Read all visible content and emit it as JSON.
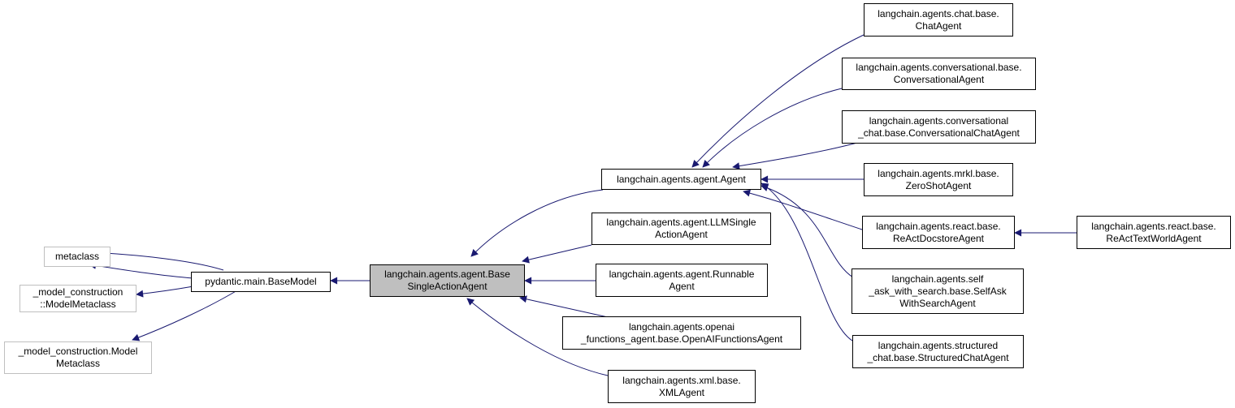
{
  "colors": {
    "edge": "#191970",
    "node_border": "#000000",
    "external_border": "#bfbfbf",
    "focus_fill": "#bfbfbf"
  },
  "nodes": {
    "metaclass": {
      "label": "metaclass"
    },
    "model_metaclass_ns": {
      "label": "_model_construction\n::ModelMetaclass"
    },
    "model_metaclass_dot": {
      "label": "_model_construction.Model\nMetaclass"
    },
    "base_model": {
      "label": "pydantic.main.BaseModel"
    },
    "base_single_action_agent": {
      "label": "langchain.agents.agent.Base\nSingleActionAgent"
    },
    "agent": {
      "label": "langchain.agents.agent.Agent"
    },
    "llm_single_action_agent": {
      "label": "langchain.agents.agent.LLMSingle\nActionAgent"
    },
    "runnable_agent": {
      "label": "langchain.agents.agent.Runnable\nAgent"
    },
    "openai_functions_agent": {
      "label": "langchain.agents.openai\n_functions_agent.base.OpenAIFunctionsAgent"
    },
    "xml_agent": {
      "label": "langchain.agents.xml.base.\nXMLAgent"
    },
    "chat_agent": {
      "label": "langchain.agents.chat.base.\nChatAgent"
    },
    "conversational_agent": {
      "label": "langchain.agents.conversational.base.\nConversationalAgent"
    },
    "conversational_chat_agent": {
      "label": "langchain.agents.conversational\n_chat.base.ConversationalChatAgent"
    },
    "zero_shot_agent": {
      "label": "langchain.agents.mrkl.base.\nZeroShotAgent"
    },
    "react_docstore_agent": {
      "label": "langchain.agents.react.base.\nReActDocstoreAgent"
    },
    "self_ask_agent": {
      "label": "langchain.agents.self\n_ask_with_search.base.SelfAsk\nWithSearchAgent"
    },
    "structured_chat_agent": {
      "label": "langchain.agents.structured\n_chat.base.StructuredChatAgent"
    },
    "react_text_world_agent": {
      "label": "langchain.agents.react.base.\nReActTextWorldAgent"
    }
  },
  "edges": [
    {
      "from": "base_model",
      "to": "metaclass"
    },
    {
      "from": "base_model",
      "to": "metaclass"
    },
    {
      "from": "base_model",
      "to": "model_metaclass_ns"
    },
    {
      "from": "base_model",
      "to": "model_metaclass_dot"
    },
    {
      "from": "base_single_action_agent",
      "to": "base_model"
    },
    {
      "from": "agent",
      "to": "base_single_action_agent"
    },
    {
      "from": "llm_single_action_agent",
      "to": "base_single_action_agent"
    },
    {
      "from": "runnable_agent",
      "to": "base_single_action_agent"
    },
    {
      "from": "openai_functions_agent",
      "to": "base_single_action_agent"
    },
    {
      "from": "xml_agent",
      "to": "base_single_action_agent"
    },
    {
      "from": "chat_agent",
      "to": "agent"
    },
    {
      "from": "conversational_agent",
      "to": "agent"
    },
    {
      "from": "conversational_chat_agent",
      "to": "agent"
    },
    {
      "from": "zero_shot_agent",
      "to": "agent"
    },
    {
      "from": "react_docstore_agent",
      "to": "agent"
    },
    {
      "from": "self_ask_agent",
      "to": "agent"
    },
    {
      "from": "structured_chat_agent",
      "to": "agent"
    },
    {
      "from": "react_text_world_agent",
      "to": "react_docstore_agent"
    }
  ]
}
